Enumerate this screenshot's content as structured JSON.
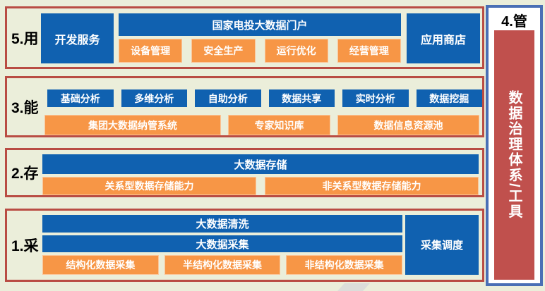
{
  "colors": {
    "background": "#EBEEDA",
    "blue": "#1061B0",
    "orange": "#F79646",
    "red_border": "#B94C43",
    "red_fill": "#C0504D",
    "panel_border": "#4A6FB5",
    "watermark": "#D9D9D9"
  },
  "layers": {
    "use": {
      "label": "5.用",
      "dev_service": "开发服务",
      "portal": "国家电投大数据门户",
      "apps": [
        "设备管理",
        "安全生产",
        "运行优化",
        "经营管理"
      ],
      "app_store": "应用商店"
    },
    "capability": {
      "label": "3.能",
      "analyses": [
        "基础分析",
        "多维分析",
        "自助分析",
        "数据共享",
        "实时分析",
        "数据挖掘"
      ],
      "platforms": [
        "集团大数据纳管系统",
        "专家知识库",
        "数据信息资源池"
      ]
    },
    "storage": {
      "label": "2.存",
      "main": "大数据存储",
      "capabilities": [
        "关系型数据存储能力",
        "非关系型数据存储能力"
      ]
    },
    "collection": {
      "label": "1.采",
      "cleaning": "大数据清洗",
      "collecting": "大数据采集",
      "types": [
        "结构化数据采集",
        "半结构化数据采集",
        "非结构化数据采集"
      ],
      "schedule": "采集调度"
    },
    "governance": {
      "label": "4.管",
      "title": "数据治理体系/工具"
    }
  }
}
